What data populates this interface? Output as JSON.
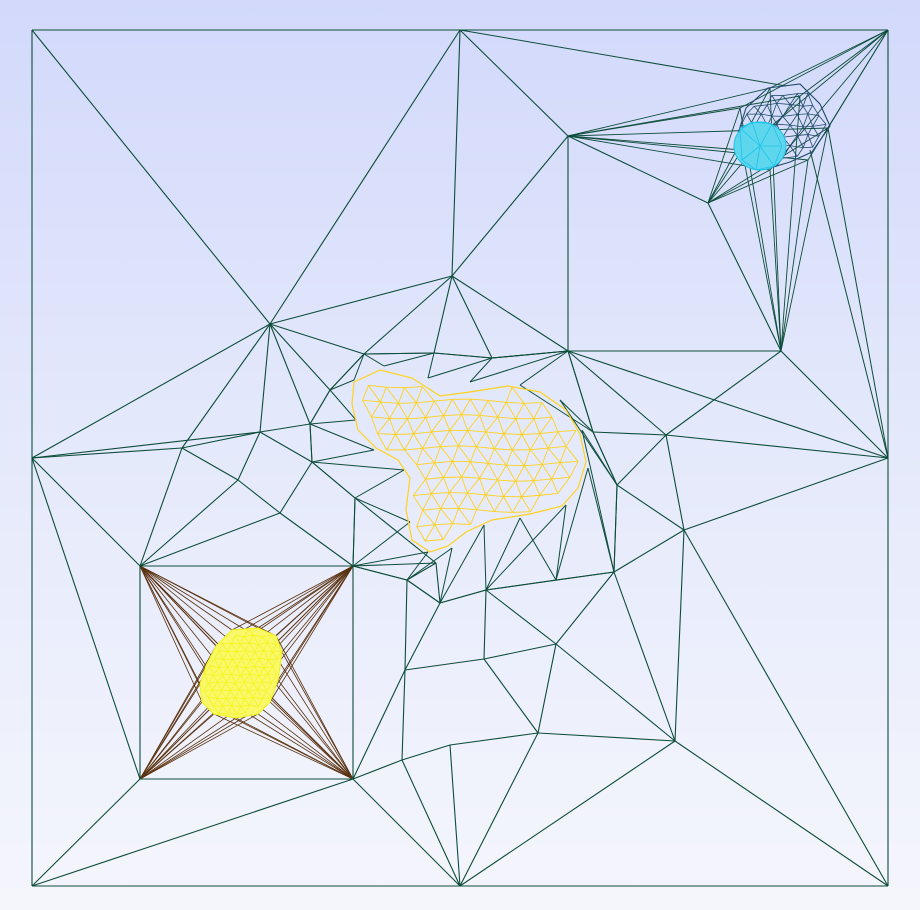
{
  "view": {
    "type": "2d-mesh-viewport",
    "background_top": "#d2d9fb",
    "background_bottom": "#f5f6fc"
  },
  "colors": {
    "main_mesh": "#0d4d3a",
    "fine_region_center": "#ffd21e",
    "fine_region_left": "#f4f41a",
    "fine_region_left_fill": "#f8f86a",
    "fan_lines": "#5a3210",
    "top_right_mesh": "#1f4a6a",
    "top_right_circle_fill": "#5ed6ee",
    "top_right_circle_lines": "#1ec4e8"
  },
  "regions": [
    {
      "id": "outer-square",
      "color_key": "main_mesh"
    },
    {
      "id": "center-fine-region",
      "color_key": "fine_region_center"
    },
    {
      "id": "left-fine-region",
      "color_key": "fine_region_left"
    },
    {
      "id": "top-right-fine-region",
      "color_key": "top_right_mesh"
    }
  ]
}
